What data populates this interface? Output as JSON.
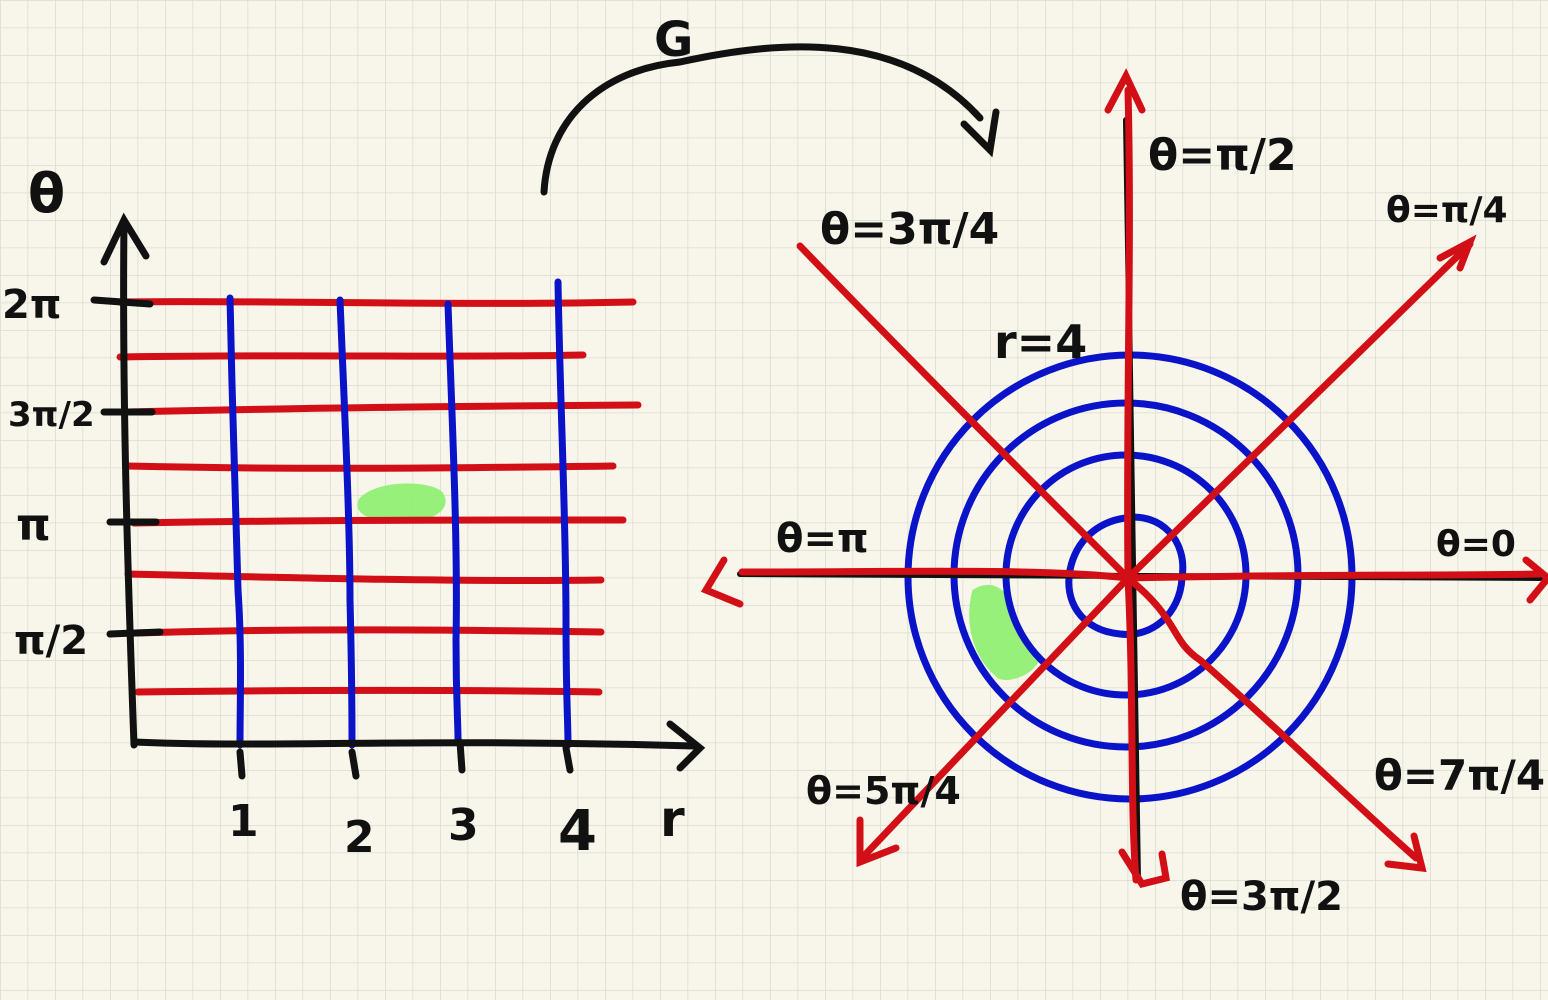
{
  "colors": {
    "background": "#f8f6ea",
    "grid_lines": "#d9dccf",
    "ink": "#111111",
    "theta_lines": "#d20f16",
    "r_lines": "#0a13c8",
    "highlight": "#8cf06e"
  },
  "map_label": "G",
  "left_plane": {
    "y_axis_label": "θ",
    "x_axis_label": "r",
    "y_ticks": [
      "2π",
      "3π/2",
      "π",
      "π/2"
    ],
    "x_ticks": [
      "1",
      "2",
      "3",
      "4"
    ]
  },
  "right_plane": {
    "ray_labels": {
      "t0": "θ=0",
      "t45": "θ=π/4",
      "t90": "θ=π/2",
      "t135": "θ=3π/4",
      "t180": "θ=π",
      "t225": "θ=5π/4",
      "t270": "θ=3π/2",
      "t315": "θ=7π/4"
    },
    "circle_label": "r=4"
  }
}
